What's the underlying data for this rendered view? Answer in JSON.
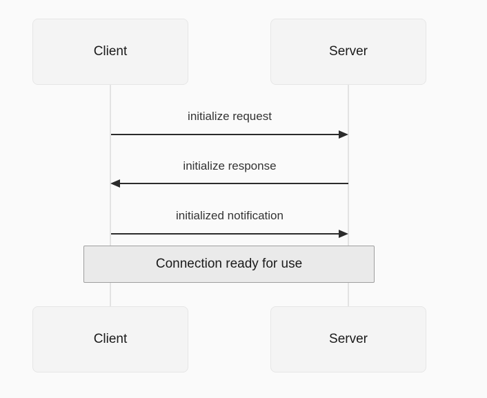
{
  "diagram": {
    "type": "sequence-diagram",
    "actors": [
      {
        "name": "Client"
      },
      {
        "name": "Server"
      }
    ],
    "messages": [
      {
        "label": "initialize request",
        "from": "Client",
        "to": "Server",
        "direction": "right",
        "style": "solid"
      },
      {
        "label": "initialize response",
        "from": "Server",
        "to": "Client",
        "direction": "left",
        "style": "solid"
      },
      {
        "label": "initialized notification",
        "from": "Client",
        "to": "Server",
        "direction": "right",
        "style": "solid"
      }
    ],
    "note": {
      "label": "Connection ready for use",
      "span": "over Client and Server"
    },
    "colors": {
      "page_background": "#fafafa",
      "actor_box_fill": "#f4f4f4",
      "actor_box_border": "#e6e6e6",
      "lifeline": "#e3e3e3",
      "arrow": "#2b2b2b",
      "message_text": "#333333",
      "note_fill": "#eaeaea",
      "note_border": "#9e9e9e",
      "text": "#1a1a1a"
    }
  }
}
